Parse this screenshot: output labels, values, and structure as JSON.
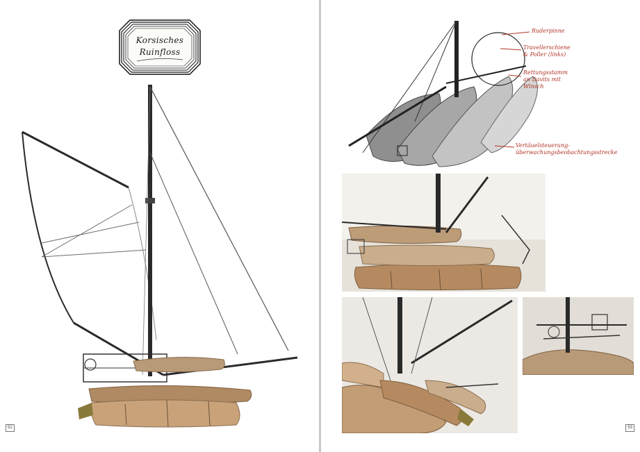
{
  "title": {
    "line1": "Korsisches",
    "line2": "Ruinfloss"
  },
  "page_numbers": {
    "left": "52",
    "right": "53"
  },
  "annotations": [
    {
      "lines": [
        "Ruderpinne"
      ]
    },
    {
      "lines": [
        "Travellerschiene",
        "& Poller (links)"
      ]
    },
    {
      "lines": [
        "Rettungsstamm",
        "an Davits mit",
        "Winsch"
      ]
    },
    {
      "lines": [
        "Vertäuelsteuerung-",
        "überwachungsbeobachtungsstrecke"
      ]
    }
  ],
  "colors": {
    "annotation": "#b03325",
    "wood": "#c9a27a",
    "metal": "#2a2a2a"
  }
}
